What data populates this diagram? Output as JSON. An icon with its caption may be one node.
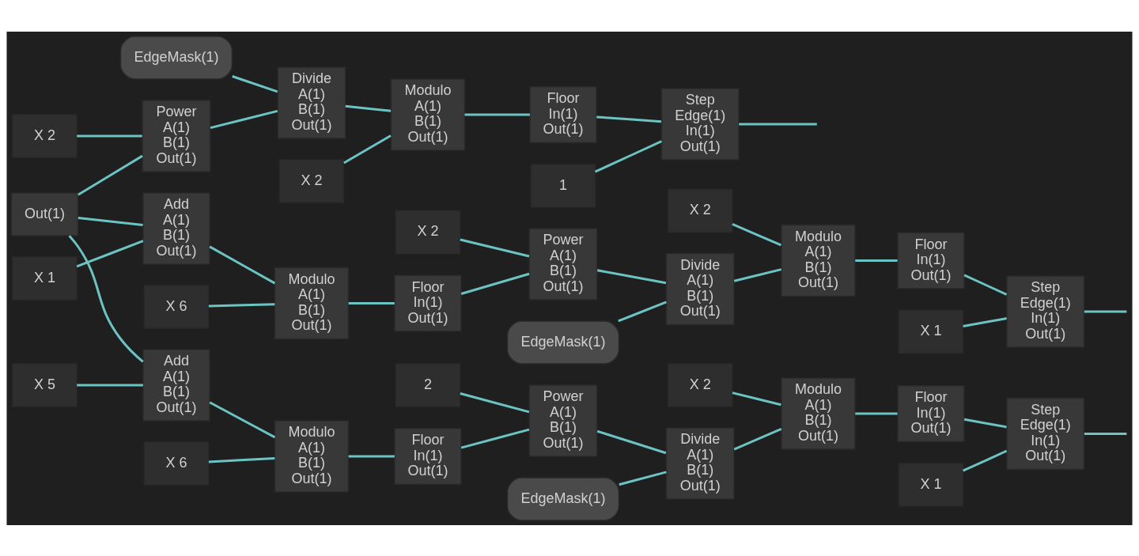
{
  "diagram": {
    "nodes": [
      {
        "text": [
          "Out(1)"
        ]
      },
      {
        "text": [
          "EdgeMask(1)"
        ]
      },
      {
        "text": [
          "X",
          "2"
        ]
      },
      {
        "text": [
          "Power",
          "A(1)",
          "B(1)",
          "Out(1)"
        ]
      },
      {
        "text": [
          "Divide",
          "A(1)",
          "B(1)",
          "Out(1)"
        ]
      },
      {
        "text": [
          "X",
          "2"
        ]
      },
      {
        "text": [
          "Modulo",
          "A(1)",
          "B(1)",
          "Out(1)"
        ]
      },
      {
        "text": [
          "Floor",
          "In(1)",
          "Out(1)"
        ]
      },
      {
        "text": [
          "1"
        ]
      },
      {
        "text": [
          "Step",
          "Edge(1)",
          "In(1)",
          "Out(1)"
        ]
      },
      {
        "text": [
          "X",
          "1"
        ]
      },
      {
        "text": [
          "Add",
          "A(1)",
          "B(1)",
          "Out(1)"
        ]
      },
      {
        "text": [
          "X",
          "6"
        ]
      },
      {
        "text": [
          "Modulo",
          "A(1)",
          "B(1)",
          "Out(1)"
        ]
      },
      {
        "text": [
          "Floor",
          "In(1)",
          "Out(1)"
        ]
      },
      {
        "text": [
          "X",
          "2"
        ]
      },
      {
        "text": [
          "Power",
          "A(1)",
          "B(1)",
          "Out(1)"
        ]
      },
      {
        "text": [
          "EdgeMask(1)"
        ]
      },
      {
        "text": [
          "Divide",
          "A(1)",
          "B(1)",
          "Out(1)"
        ]
      },
      {
        "text": [
          "X",
          "2"
        ]
      },
      {
        "text": [
          "Modulo",
          "A(1)",
          "B(1)",
          "Out(1)"
        ]
      },
      {
        "text": [
          "Floor",
          "In(1)",
          "Out(1)"
        ]
      },
      {
        "text": [
          "X",
          "1"
        ]
      },
      {
        "text": [
          "Step",
          "Edge(1)",
          "In(1)",
          "Out(1)"
        ]
      },
      {
        "text": [
          "X",
          "5"
        ]
      },
      {
        "text": [
          "Add",
          "A(1)",
          "B(1)",
          "Out(1)"
        ]
      },
      {
        "text": [
          "X",
          "6"
        ]
      },
      {
        "text": [
          "Modulo",
          "A(1)",
          "B(1)",
          "Out(1)"
        ]
      },
      {
        "text": [
          "Floor",
          "In(1)",
          "Out(1)"
        ]
      },
      {
        "text": [
          "2"
        ]
      },
      {
        "text": [
          "Power",
          "A(1)",
          "B(1)",
          "Out(1)"
        ]
      },
      {
        "text": [
          "EdgeMask(1)"
        ]
      },
      {
        "text": [
          "Divide",
          "A(1)",
          "B(1)",
          "Out(1)"
        ]
      },
      {
        "text": [
          "X",
          "2"
        ]
      },
      {
        "text": [
          "Modulo",
          "A(1)",
          "B(1)",
          "Out(1)"
        ]
      },
      {
        "text": [
          "Floor",
          "In(1)",
          "Out(1)"
        ]
      },
      {
        "text": [
          "X",
          "1"
        ]
      },
      {
        "text": [
          "Step",
          "Edge(1)",
          "In(1)",
          "Out(1)"
        ]
      }
    ],
    "edges": [
      {
        "from": 0,
        "to": 3,
        "arrow": "none"
      },
      {
        "from": 2,
        "to": 3,
        "arrow": "none"
      },
      {
        "from": 1,
        "to": 4,
        "arrow": "none"
      },
      {
        "from": 3,
        "to": 4,
        "arrow": "none"
      },
      {
        "from": 4,
        "to": 6,
        "arrow": "none"
      },
      {
        "from": 5,
        "to": 6,
        "arrow": "none"
      },
      {
        "from": 6,
        "to": 7,
        "arrow": "none"
      },
      {
        "from": 8,
        "to": 9,
        "arrow": "none"
      },
      {
        "from": 7,
        "to": 9,
        "arrow": "none"
      },
      {
        "from": 9,
        "to": null,
        "arrow": "none"
      },
      {
        "from": 0,
        "to": 11,
        "arrow": "none"
      },
      {
        "from": 10,
        "to": 11,
        "arrow": "none"
      },
      {
        "from": 11,
        "to": 13,
        "arrow": "none"
      },
      {
        "from": 12,
        "to": 13,
        "arrow": "none"
      },
      {
        "from": 13,
        "to": 14,
        "arrow": "none"
      },
      {
        "from": 15,
        "to": 16,
        "arrow": "none"
      },
      {
        "from": 14,
        "to": 16,
        "arrow": "none"
      },
      {
        "from": 17,
        "to": 18,
        "arrow": "none"
      },
      {
        "from": 16,
        "to": 18,
        "arrow": "none"
      },
      {
        "from": 18,
        "to": 20,
        "arrow": "none"
      },
      {
        "from": 19,
        "to": 20,
        "arrow": "none"
      },
      {
        "from": 20,
        "to": 21,
        "arrow": "none"
      },
      {
        "from": 22,
        "to": 23,
        "arrow": "none"
      },
      {
        "from": 21,
        "to": 23,
        "arrow": "none"
      },
      {
        "from": 23,
        "to": null,
        "arrow": "none"
      },
      {
        "from": 0,
        "to": 25,
        "arrow": "none"
      },
      {
        "from": 24,
        "to": 25,
        "arrow": "none"
      },
      {
        "from": 25,
        "to": 27,
        "arrow": "none"
      },
      {
        "from": 26,
        "to": 27,
        "arrow": "none"
      },
      {
        "from": 27,
        "to": 28,
        "arrow": "none"
      },
      {
        "from": 29,
        "to": 30,
        "arrow": "none"
      },
      {
        "from": 28,
        "to": 30,
        "arrow": "none"
      },
      {
        "from": 31,
        "to": 32,
        "arrow": "none"
      },
      {
        "from": 30,
        "to": 32,
        "arrow": "none"
      },
      {
        "from": 32,
        "to": 34,
        "arrow": "none"
      },
      {
        "from": 33,
        "to": 34,
        "arrow": "none"
      },
      {
        "from": 34,
        "to": 35,
        "arrow": "none"
      },
      {
        "from": 36,
        "to": 37,
        "arrow": "none"
      },
      {
        "from": 35,
        "to": 37,
        "arrow": "none"
      },
      {
        "from": 37,
        "to": null,
        "arrow": "none"
      }
    ]
  }
}
